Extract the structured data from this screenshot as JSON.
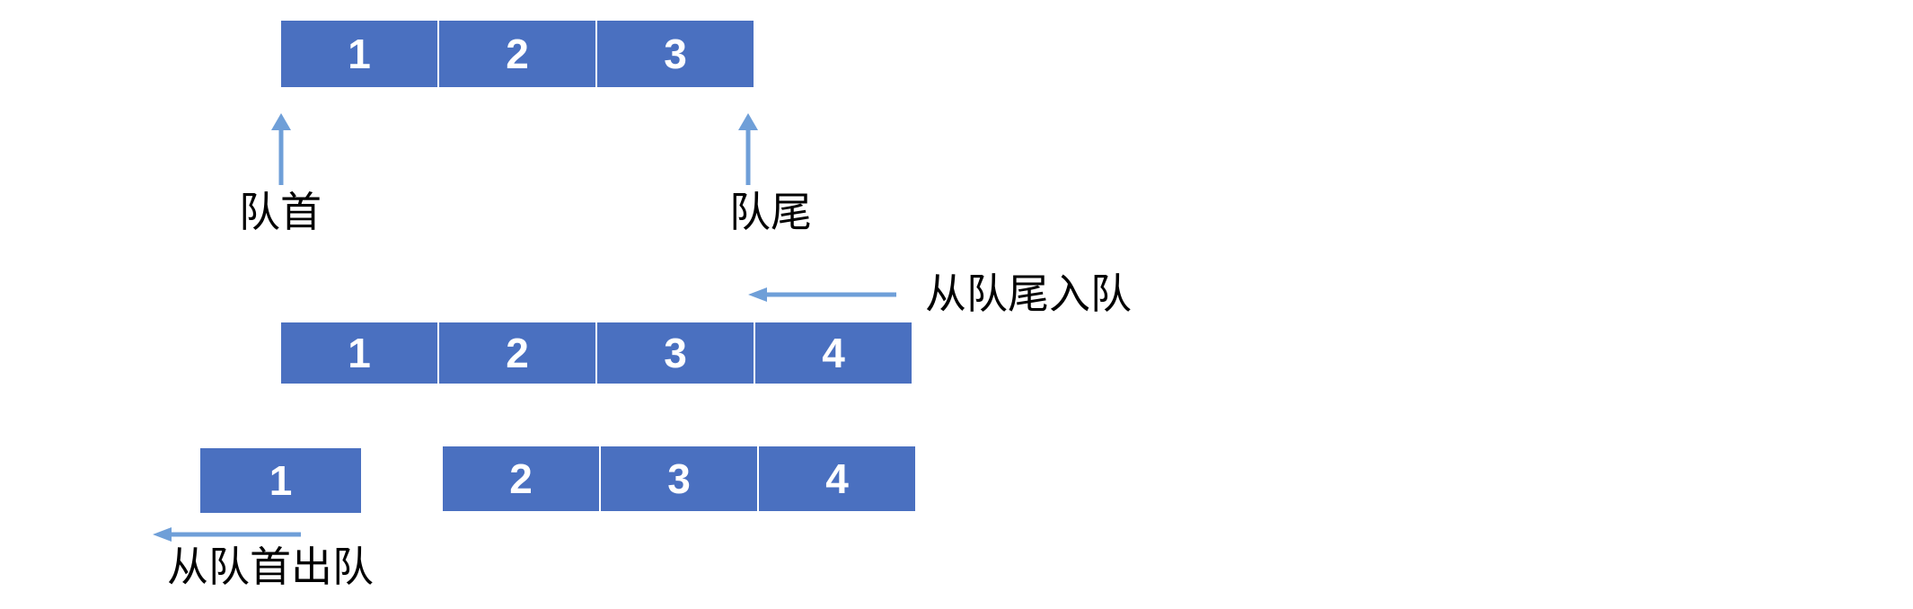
{
  "colors": {
    "background": "#ffffff",
    "box_fill": "#4a70c0",
    "box_text": "#ffffff",
    "arrow": "#6f9fd8",
    "label_text": "#000000"
  },
  "initial_queue": {
    "cells": [
      "1",
      "2",
      "3"
    ],
    "front_label": "队首",
    "rear_label": "队尾"
  },
  "enqueue_step": {
    "arrow_label": "从队尾入队",
    "cells": [
      "1",
      "2",
      "3",
      "4"
    ]
  },
  "dequeue_step": {
    "arrow_label": "从队首出队",
    "removed_cell": "1",
    "remaining_cells": [
      "2",
      "3",
      "4"
    ]
  }
}
